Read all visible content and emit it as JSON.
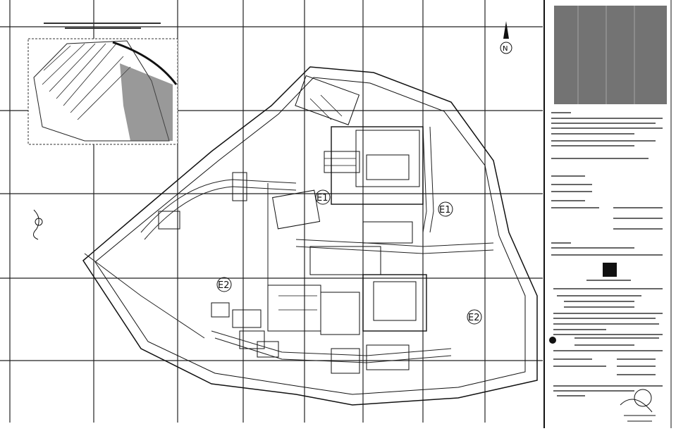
{
  "drawing": {
    "type": "site-plan",
    "zones": [
      {
        "id": "zone-e1-west",
        "label": "Ε1"
      },
      {
        "id": "zone-e1-east",
        "label": "Ε1"
      },
      {
        "id": "zone-e2-west",
        "label": "Ε2"
      },
      {
        "id": "zone-e2-east",
        "label": "Ε2"
      }
    ],
    "north_arrow": {
      "label": "N"
    },
    "ink_color": "#111111",
    "paper_color": "#ffffff"
  }
}
